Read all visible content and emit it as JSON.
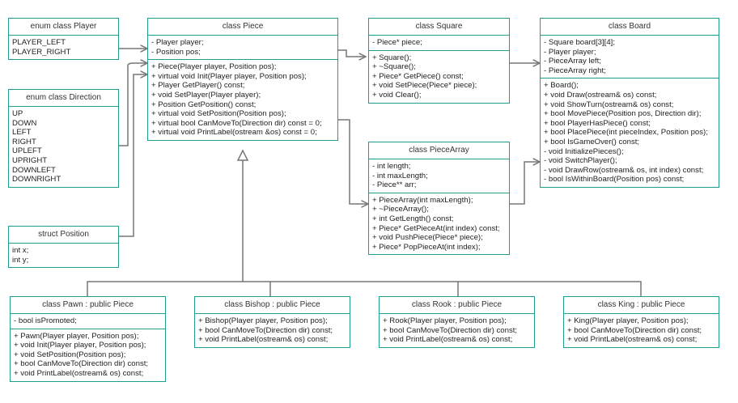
{
  "colors": {
    "box_border": "#1f9e8e",
    "connector": "#777777",
    "text": "#222222"
  },
  "classes": {
    "player": {
      "name": "enum class Player",
      "sections": [
        [
          "PLAYER_LEFT",
          "PLAYER_RIGHT"
        ]
      ]
    },
    "direction": {
      "name": "enum class Direction",
      "sections": [
        [
          "UP",
          "DOWN",
          "LEFT",
          "RIGHT",
          "UPLEFT",
          "UPRIGHT",
          "DOWNLEFT",
          "DOWNRIGHT"
        ]
      ]
    },
    "position": {
      "name": "struct Position",
      "sections": [
        [
          "int x;",
          "int y;"
        ]
      ]
    },
    "piece": {
      "name": "class Piece",
      "sections": [
        [
          "- Player player;",
          "- Position pos;"
        ],
        [
          "+ Piece(Player player, Position pos);",
          "+ virtual void Init(Player player, Position pos);",
          "+ Player GetPlayer() const;",
          "+ void SetPlayer(Player player);",
          "+ Position GetPosition() const;",
          "+ virtual void SetPosition(Position pos);",
          "+ virtual bool CanMoveTo(Direction  dir) const = 0;",
          "+ virtual void PrintLabel(ostream &os) const = 0;"
        ]
      ]
    },
    "square": {
      "name": "class Square",
      "sections": [
        [
          "- Piece* piece;"
        ],
        [
          "+ Square();",
          "+ ~Square();",
          "+ Piece* GetPiece() const;",
          "+ void SetPiece(Piece* piece);",
          "+ void Clear();"
        ]
      ]
    },
    "piecearray": {
      "name": "class PieceArray",
      "sections": [
        [
          "- int length;",
          "- int maxLength;",
          "- Piece** arr;"
        ],
        [
          "+ PieceArray(int maxLength);",
          "+ ~PieceArray();",
          "+ int GetLength() const;",
          "+ Piece* GetPieceAt(int index) const;",
          "+ void PushPiece(Piece* piece);",
          "+ Piece* PopPieceAt(int index);"
        ]
      ]
    },
    "board": {
      "name": "class Board",
      "sections": [
        [
          "- Square board[3][4];",
          "- Player player;",
          "- PieceArray left;",
          "- PieceArray right;"
        ],
        [
          "+ Board();",
          "+ void Draw(ostream& os) const;",
          "+ void ShowTurn(ostream&  os) const;",
          "+ bool MovePiece(Position pos, Direction dir);",
          "+ bool PlayerHasPiece() const;",
          "+ bool PlacePiece(int pieceIndex, Position pos);",
          "+ bool IsGameOver() const;",
          "- void InitializePieces();",
          "- void SwitchPlayer();",
          "- void DrawRow(ostream& os, int index) const;",
          "- bool IsWithinBoard(Position pos) const;"
        ]
      ]
    },
    "pawn": {
      "name": "class Pawn : public Piece",
      "sections": [
        [
          "- bool isPromoted;"
        ],
        [
          "+ Pawn(Player player, Position pos);",
          "+ void Init(Player player, Position pos);",
          "+ void SetPosition(Position pos);",
          "+ bool CanMoveTo(Direction  dir) const;",
          "+ void PrintLabel(ostream& os) const;"
        ]
      ]
    },
    "bishop": {
      "name": "class Bishop : public Piece",
      "sections": [
        [
          "+ Bishop(Player player, Position pos);",
          "+ bool CanMoveTo(Direction  dir) const;",
          "+ void PrintLabel(ostream& os) const;"
        ]
      ]
    },
    "rook": {
      "name": "class Rook : public Piece",
      "sections": [
        [
          "+ Rook(Player player, Position pos);",
          "+ bool CanMoveTo(Direction  dir) const;",
          "+ void PrintLabel(ostream& os) const;"
        ]
      ]
    },
    "king": {
      "name": "class King : public Piece",
      "sections": [
        [
          "+ King(Player player, Position pos);",
          "+ bool CanMoveTo(Direction  dir) const;",
          "+ void PrintLabel(ostream& os) const;"
        ]
      ]
    }
  }
}
